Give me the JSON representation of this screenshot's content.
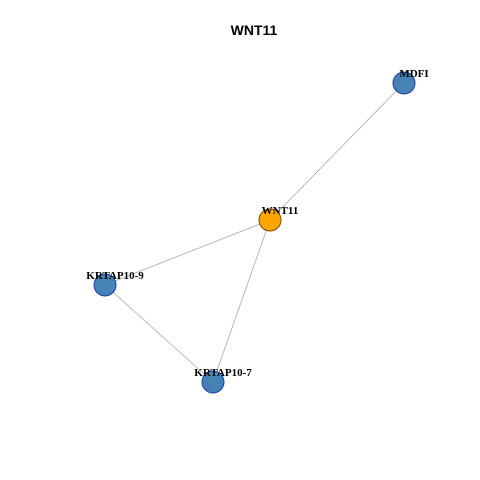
{
  "title": "WNT11",
  "colors": {
    "hub_node": "#FFA500",
    "neighbor_node": "#4682B4",
    "node_border": "#1A3FB5",
    "edge": "#AAAAAA"
  },
  "nodes": [
    {
      "id": "WNT11",
      "label": "WNT11",
      "role": "hub"
    },
    {
      "id": "MDFI",
      "label": "MDFI",
      "role": "neighbor"
    },
    {
      "id": "KRTAP10-9",
      "label": "KRTAP10-9",
      "role": "neighbor"
    },
    {
      "id": "KRTAP10-7",
      "label": "KRTAP10-7",
      "role": "neighbor"
    }
  ],
  "edges": [
    {
      "source": "WNT11",
      "target": "MDFI"
    },
    {
      "source": "WNT11",
      "target": "KRTAP10-9"
    },
    {
      "source": "WNT11",
      "target": "KRTAP10-7"
    },
    {
      "source": "KRTAP10-9",
      "target": "KRTAP10-7"
    }
  ]
}
